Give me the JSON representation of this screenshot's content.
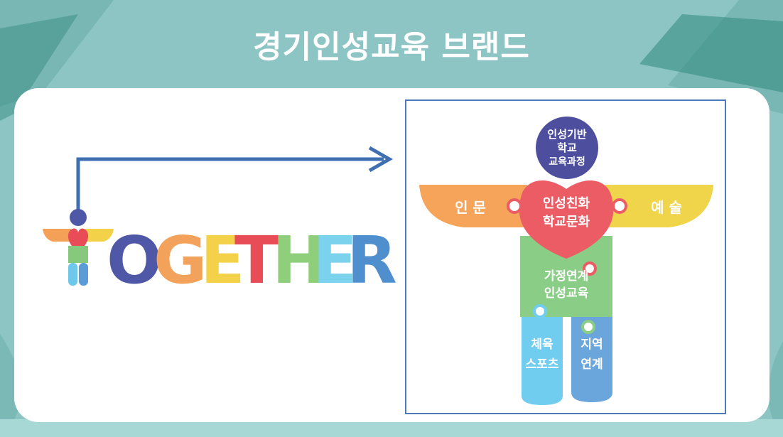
{
  "title": "경기인성교육 브랜드",
  "logo": {
    "letters": [
      "O",
      "G",
      "E",
      "T",
      "H",
      "E",
      "R"
    ],
    "colors": [
      "#4f58a6",
      "#f2a25a",
      "#f3d24a",
      "#e84c56",
      "#8fcf7c",
      "#7ad2ec",
      "#4f8fcd"
    ],
    "figure_colors": {
      "head": "#4f58a6",
      "arm_left": "#f5a057",
      "arm_right": "#f3d24a",
      "heart": "#e84c56",
      "body": "#86c97c",
      "leg_left": "#6ec8ec",
      "leg_right": "#5b9bd6"
    }
  },
  "diagram": {
    "head": {
      "lines": [
        "인성기반",
        "학교",
        "교육과정"
      ],
      "color": "#4d4e9e"
    },
    "left_arm": {
      "label": "인 문",
      "color": "#f5a45a"
    },
    "right_arm": {
      "label": "예 술",
      "color": "#f0d44a"
    },
    "heart": {
      "lines": [
        "인성친화",
        "학교문화"
      ],
      "color": "#ec5c65"
    },
    "body": {
      "lines": [
        "가정연계",
        "인성교육"
      ],
      "color": "#8acd86"
    },
    "left_leg": {
      "lines": [
        "체육",
        "스포츠"
      ],
      "color": "#70cdf0"
    },
    "right_leg": {
      "lines": [
        "지역",
        "연계"
      ],
      "color": "#6aa6dc"
    }
  },
  "colors": {
    "arrow": "#3f6fb0",
    "frame": "#4d7bb8",
    "background": "#8cc5c3"
  }
}
